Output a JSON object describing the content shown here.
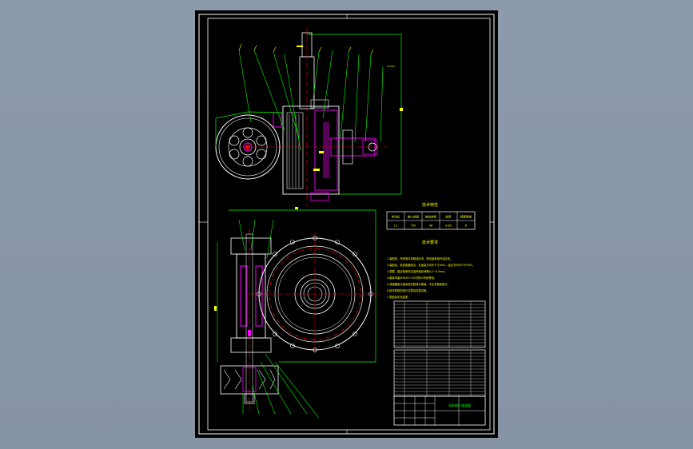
{
  "drawing": {
    "params_table_title": "技术特性",
    "params_headers": [
      "传动比",
      "输入转速",
      "输出转矩",
      "效率",
      "精度等级"
    ],
    "params_values": [
      "1:1",
      "750",
      "48",
      "0.85",
      "8"
    ],
    "tech_requirements_title": "技术要求",
    "tech_requirements": [
      "1.装配前，所有零件用煤油清洗，滚动轴承用汽油清洗。",
      "2.装配后，检查接触斑点，在齿高方向不少于40%，齿长方向不少于50%。",
      "3.调整、固定轴承时应留有轴向间隙0.2~0.3mm。",
      "4.箱体内装SH0357-92中的50号润滑油。",
      "5.减速器剖分面涂密封胶或水玻璃，不允许使用垫片。",
      "6.按试验规范进行空载及负载试验。",
      "7.表面涂灰色油漆。"
    ],
    "title_block_label": "涡轮蜗杆减速器"
  },
  "colors": {
    "outline": "#ffffff",
    "construction": "#00ff00",
    "hidden": "#ff00ff",
    "text": "#ffff00",
    "centerline": "#ff0000",
    "dimension": "#00ffff"
  }
}
